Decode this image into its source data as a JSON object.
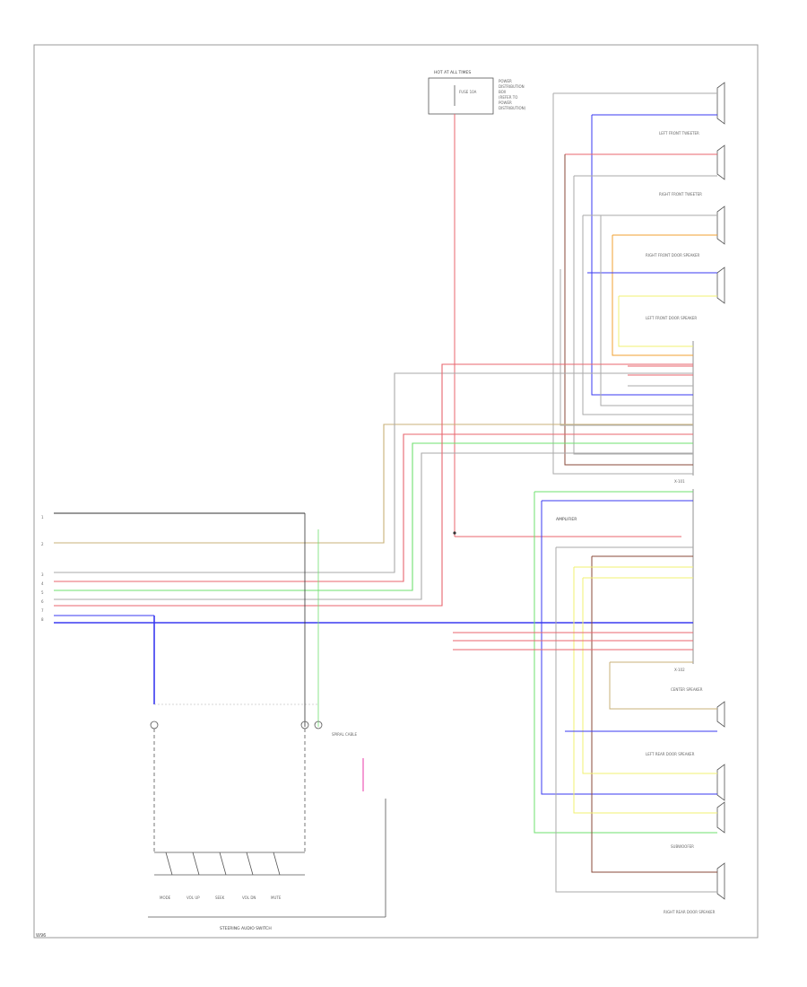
{
  "diagram": {
    "components": {
      "fuse_box": {
        "title": "HOT AT ALL TIMES",
        "fuse": "FUSE 10A"
      },
      "amplifier": {
        "label": "AMPLIFIER"
      },
      "steering_switch": {
        "label": "STEERING AUDIO SWITCH",
        "buttons": [
          "MODE",
          "VOL UP",
          "SEEK",
          "VOL DN",
          "MUTE"
        ]
      },
      "speakers": [
        {
          "label": "LEFT FRONT TWEETER"
        },
        {
          "label": "RIGHT FRONT TWEETER"
        },
        {
          "label": "RIGHT FRONT DOOR SPEAKER"
        },
        {
          "label": "LEFT FRONT DOOR SPEAKER"
        },
        {
          "label": "CENTER SPEAKER"
        },
        {
          "label": "LEFT REAR DOOR SPEAKER"
        },
        {
          "label": "SUBWOOFER"
        },
        {
          "label": "RIGHT REAR DOOR SPEAKER"
        }
      ],
      "spiral_cable": {
        "label": "SPIRAL CABLE"
      }
    },
    "footer_code": "W96"
  },
  "colors": {
    "red": "#e8666e",
    "blue": "#3a3af0",
    "green": "#6fe06f",
    "orange": "#f0a030",
    "yellow": "#f0f070",
    "tan": "#c8b078",
    "brown": "#8a4a3a",
    "gray": "#aaaaaa",
    "black": "#333333",
    "pink": "#f070c0"
  }
}
